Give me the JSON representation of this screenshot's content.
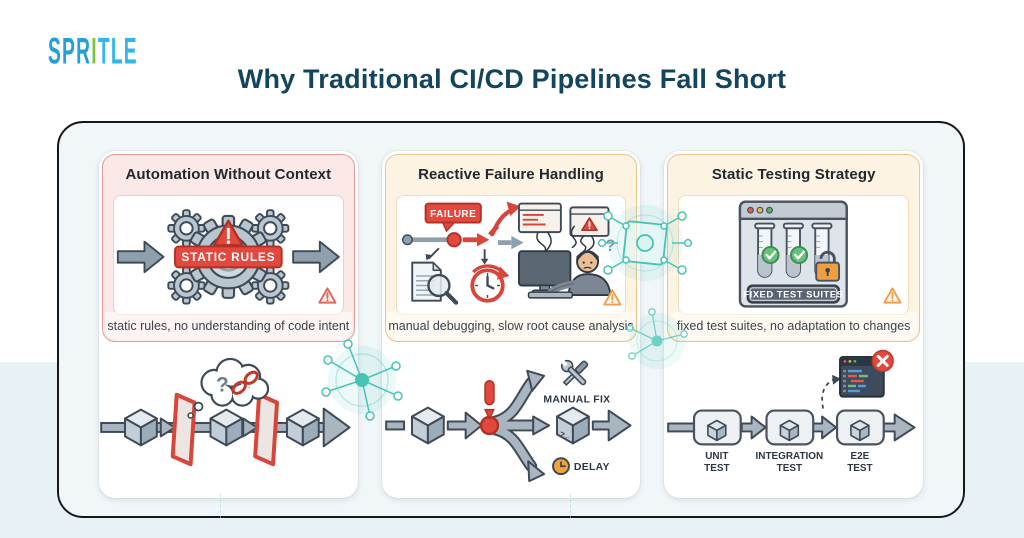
{
  "logo": {
    "part1": "SPR",
    "part2": "I",
    "part3": "TLE"
  },
  "title": "Why Traditional CI/CD Pipelines Fall Short",
  "panels": [
    {
      "title": "Automation Without Context",
      "caption": "static rules, no understanding of code intent",
      "label": "STATIC RULES"
    },
    {
      "title": "Reactive Failure Handling",
      "caption": "manual debugging, slow root cause analysis",
      "tag": "FAILURE",
      "question_mark": "?"
    },
    {
      "title": "Static Testing Strategy",
      "caption": "fixed test suites, no adaptation to changes",
      "label": "FIXED TEST SUITES"
    }
  ],
  "bottom": {
    "thought_question_mark": "?",
    "manual_fix": "MANUAL FIX",
    "delay": "DELAY",
    "terminal_prompt": ">_",
    "stages": [
      {
        "line1": "UNIT",
        "line2": "TEST"
      },
      {
        "line1": "INTEGRATION",
        "line2": "TEST"
      },
      {
        "line1": "E2E",
        "line2": "TEST"
      }
    ]
  },
  "colors": {
    "accent_red": "#e2483d",
    "accent_dark_red": "#b03226",
    "accent_orange": "#f2a93b",
    "warning_orange": "#ef9f4b",
    "teal_decoration": "#45c4b6",
    "title_navy": "#14455e",
    "logo_blue": "#249fd9",
    "logo_green": "#7cc142",
    "rose_bg": "#fbe9e8",
    "rose_border": "#e29d97",
    "amber_bg": "#fdf3e2",
    "amber_border": "#edc48e",
    "gray_fill": "#b9c6d0",
    "dark_stroke": "#3e4a57"
  }
}
